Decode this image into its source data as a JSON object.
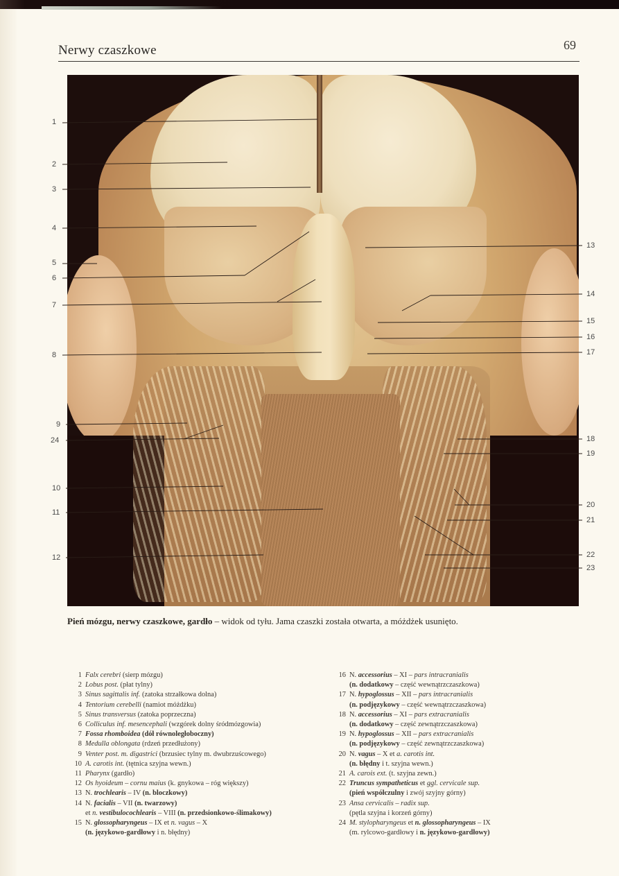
{
  "header": {
    "title": "Nerwy czaszkowe",
    "page_number": "69"
  },
  "figure": {
    "description": "Anatomical dissection photo – posterior view of brainstem, cranial nerves and pharynx",
    "labels_left": [
      "1",
      "2",
      "3",
      "4",
      "5",
      "6",
      "7",
      "8",
      "9",
      "24",
      "10",
      "11",
      "12"
    ],
    "labels_right": [
      "13",
      "14",
      "15",
      "16",
      "17",
      "18",
      "19",
      "20",
      "21",
      "22",
      "23"
    ]
  },
  "caption": {
    "bold": "Pień mózgu, nerwy czaszkowe, gardło",
    "rest": " – widok od tyłu. Jama czaszki została otwarta, a móżdżek usunięto."
  },
  "legend_left": [
    {
      "n": "1",
      "parts": [
        {
          "s": "it",
          "t": "Falx cerebri"
        },
        {
          "s": "",
          "t": " (sierp mózgu)"
        }
      ]
    },
    {
      "n": "2",
      "parts": [
        {
          "s": "it",
          "t": "Lobus post."
        },
        {
          "s": "",
          "t": " (płat tylny)"
        }
      ]
    },
    {
      "n": "3",
      "parts": [
        {
          "s": "it",
          "t": "Sinus sagittalis inf."
        },
        {
          "s": "",
          "t": " (zatoka strzałkowa dolna)"
        }
      ]
    },
    {
      "n": "4",
      "parts": [
        {
          "s": "it",
          "t": "Tentorium cerebelli"
        },
        {
          "s": "",
          "t": " (namiot móżdżku)"
        }
      ]
    },
    {
      "n": "5",
      "parts": [
        {
          "s": "it",
          "t": "Sinus transversus"
        },
        {
          "s": "",
          "t": " (zatoka poprzeczna)"
        }
      ]
    },
    {
      "n": "6",
      "parts": [
        {
          "s": "it",
          "t": "Colliculus inf. mesencephali"
        },
        {
          "s": "",
          "t": " (wzgórek dolny śródmózgowia)"
        }
      ]
    },
    {
      "n": "7",
      "parts": [
        {
          "s": "bi",
          "t": "Fossa rhomboidea"
        },
        {
          "s": "bd",
          "t": " (dół równoległoboczny)"
        }
      ]
    },
    {
      "n": "8",
      "parts": [
        {
          "s": "it",
          "t": "Medulla oblongata"
        },
        {
          "s": "",
          "t": " (rdzeń przedłużony)"
        }
      ]
    },
    {
      "n": "9",
      "parts": [
        {
          "s": "it",
          "t": "Venter post. m. digastrici"
        },
        {
          "s": "",
          "t": " (brzusiec tylny m. dwubrzuścowego)"
        }
      ]
    },
    {
      "n": "10",
      "parts": [
        {
          "s": "it",
          "t": "A. carotis int."
        },
        {
          "s": "",
          "t": " (tętnica szyjna wewn.)"
        }
      ]
    },
    {
      "n": "11",
      "parts": [
        {
          "s": "it",
          "t": "Pharynx"
        },
        {
          "s": "",
          "t": " (gardło)"
        }
      ]
    },
    {
      "n": "12",
      "parts": [
        {
          "s": "it",
          "t": "Os hyoideum – cornu maius"
        },
        {
          "s": "",
          "t": " (k. gnykowa – róg większy)"
        }
      ]
    },
    {
      "n": "13",
      "parts": [
        {
          "s": "",
          "t": "N. "
        },
        {
          "s": "bi",
          "t": "trochlearis"
        },
        {
          "s": "",
          "t": " – IV "
        },
        {
          "s": "bd",
          "t": "(n. bloczkowy)"
        }
      ]
    },
    {
      "n": "14",
      "parts": [
        {
          "s": "",
          "t": "N. "
        },
        {
          "s": "bi",
          "t": "facialis"
        },
        {
          "s": "",
          "t": " – VII "
        },
        {
          "s": "bd",
          "t": "(n. twarzowy)"
        }
      ]
    },
    {
      "n": "",
      "parts": [
        {
          "s": "",
          "t": "et "
        },
        {
          "s": "it",
          "t": "n. "
        },
        {
          "s": "bi",
          "t": "vestibulocochlearis"
        },
        {
          "s": "",
          "t": " – VIII "
        },
        {
          "s": "bd",
          "t": "(n. przedsionkowo-ślimakowy)"
        }
      ]
    },
    {
      "n": "15",
      "parts": [
        {
          "s": "",
          "t": "N. "
        },
        {
          "s": "bi",
          "t": "glossopharyngeus"
        },
        {
          "s": "",
          "t": " – IX et "
        },
        {
          "s": "it",
          "t": "n. vagus"
        },
        {
          "s": "",
          "t": " – X"
        }
      ]
    },
    {
      "n": "",
      "parts": [
        {
          "s": "bd",
          "t": "(n. językowo-gardłowy"
        },
        {
          "s": "",
          "t": " i n. błędny)"
        }
      ]
    }
  ],
  "legend_right": [
    {
      "n": "16",
      "parts": [
        {
          "s": "",
          "t": "N. "
        },
        {
          "s": "bi",
          "t": "accessorius"
        },
        {
          "s": "",
          "t": " – XI – "
        },
        {
          "s": "it",
          "t": "pars intracranialis"
        }
      ]
    },
    {
      "n": "",
      "parts": [
        {
          "s": "bd",
          "t": "(n. dodatkowy"
        },
        {
          "s": "",
          "t": " – część wewnątrzczaszkowa)"
        }
      ]
    },
    {
      "n": "17",
      "parts": [
        {
          "s": "",
          "t": "N. "
        },
        {
          "s": "bi",
          "t": "hypoglossus"
        },
        {
          "s": "",
          "t": " – XII – "
        },
        {
          "s": "it",
          "t": "pars intracranialis"
        }
      ]
    },
    {
      "n": "",
      "parts": [
        {
          "s": "bd",
          "t": "(n. podjęzykowy"
        },
        {
          "s": "",
          "t": " – część wewnątrzczaszkowa)"
        }
      ]
    },
    {
      "n": "18",
      "parts": [
        {
          "s": "",
          "t": "N. "
        },
        {
          "s": "bi",
          "t": "accessorius"
        },
        {
          "s": "",
          "t": " – XI – "
        },
        {
          "s": "it",
          "t": "pars extracranialis"
        }
      ]
    },
    {
      "n": "",
      "parts": [
        {
          "s": "bd",
          "t": "(n. dodatkowy"
        },
        {
          "s": "",
          "t": " – część zewnątrzczaszkowa)"
        }
      ]
    },
    {
      "n": "19",
      "parts": [
        {
          "s": "",
          "t": "N. "
        },
        {
          "s": "bi",
          "t": "hypoglossus"
        },
        {
          "s": "",
          "t": " – XII – "
        },
        {
          "s": "it",
          "t": "pars extracranialis"
        }
      ]
    },
    {
      "n": "",
      "parts": [
        {
          "s": "bd",
          "t": "(n. podjęzykowy"
        },
        {
          "s": "",
          "t": " – część zewnątrzczaszkowa)"
        }
      ]
    },
    {
      "n": "20",
      "parts": [
        {
          "s": "",
          "t": "N. "
        },
        {
          "s": "bi",
          "t": "vagus"
        },
        {
          "s": "",
          "t": " – X et "
        },
        {
          "s": "it",
          "t": "a. carotis int."
        }
      ]
    },
    {
      "n": "",
      "parts": [
        {
          "s": "bd",
          "t": "(n. błędny"
        },
        {
          "s": "",
          "t": " i t. szyjna wewn.)"
        }
      ]
    },
    {
      "n": "21",
      "parts": [
        {
          "s": "it",
          "t": "A. carois ext."
        },
        {
          "s": "",
          "t": " (t. szyjna zewn.)"
        }
      ]
    },
    {
      "n": "22",
      "parts": [
        {
          "s": "bi",
          "t": "Truncus sympatheticus"
        },
        {
          "s": "",
          "t": " et "
        },
        {
          "s": "it",
          "t": "ggl. cervicale sup."
        }
      ]
    },
    {
      "n": "",
      "parts": [
        {
          "s": "bd",
          "t": "(pień współczulny"
        },
        {
          "s": "",
          "t": " i zwój szyjny górny)"
        }
      ]
    },
    {
      "n": "23",
      "parts": [
        {
          "s": "it",
          "t": "Ansa cervicalis – radix sup."
        }
      ]
    },
    {
      "n": "",
      "parts": [
        {
          "s": "",
          "t": "(pętla szyjna i korzeń górny)"
        }
      ]
    },
    {
      "n": "24",
      "parts": [
        {
          "s": "it",
          "t": "M. stylopharyngeus"
        },
        {
          "s": "",
          "t": " et "
        },
        {
          "s": "bi",
          "t": "n. glossopharyngeus"
        },
        {
          "s": "",
          "t": " – IX"
        }
      ]
    },
    {
      "n": "",
      "parts": [
        {
          "s": "",
          "t": "(m. rylcowo-gardłowy i "
        },
        {
          "s": "bd",
          "t": "n. językowo-gardłowy)"
        }
      ]
    }
  ]
}
